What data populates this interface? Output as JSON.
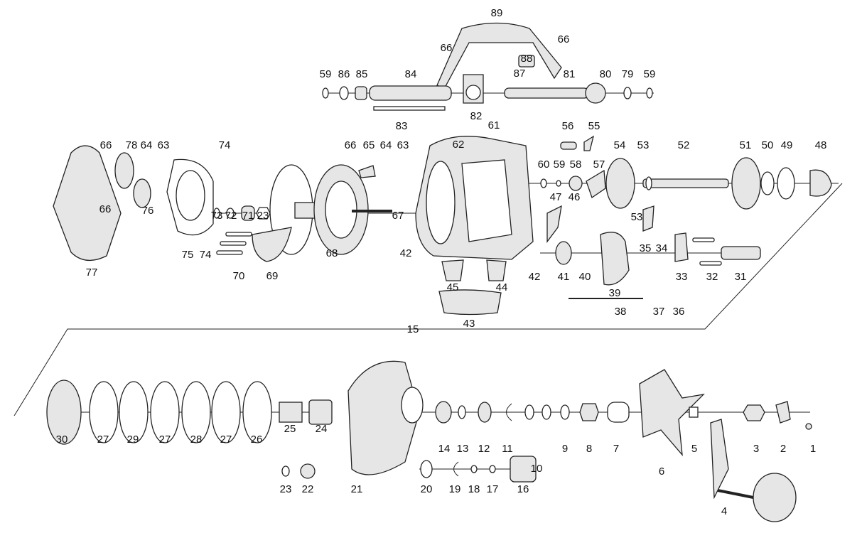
{
  "diagram": {
    "type": "exploded-parts-diagram",
    "part_labels": [
      "89",
      "66",
      "66",
      "88",
      "87",
      "59",
      "86",
      "85",
      "84",
      "81",
      "80",
      "79",
      "59",
      "82",
      "83",
      "61",
      "62",
      "56",
      "55",
      "66",
      "78",
      "64",
      "63",
      "74",
      "66",
      "65",
      "64",
      "63",
      "54",
      "53",
      "52",
      "51",
      "50",
      "49",
      "48",
      "60",
      "59",
      "58",
      "57",
      "66",
      "76",
      "73",
      "72",
      "71",
      "23",
      "67",
      "47",
      "46",
      "53",
      "35",
      "34",
      "68",
      "42",
      "75",
      "74",
      "70",
      "69",
      "77",
      "42",
      "41",
      "40",
      "33",
      "32",
      "31",
      "39",
      "45",
      "44",
      "38",
      "37",
      "36",
      "43",
      "15",
      "30",
      "27",
      "29",
      "27",
      "28",
      "27",
      "26",
      "25",
      "24",
      "14",
      "13",
      "12",
      "11",
      "10",
      "9",
      "8",
      "7",
      "6",
      "5",
      "3",
      "2",
      "1",
      "4",
      "23",
      "22",
      "21",
      "20",
      "19",
      "18",
      "17",
      "16"
    ]
  }
}
